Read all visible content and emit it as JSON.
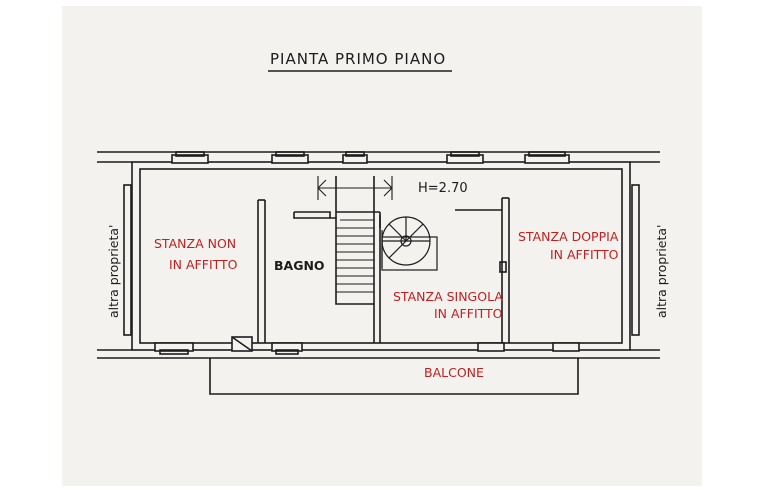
{
  "title": "PIANTA PRIMO PIANO",
  "height_label": "H=2.70",
  "neighbors": {
    "left": "altra proprieta'",
    "right": "altra proprieta'"
  },
  "rooms": {
    "room_1": [
      "STANZA NON",
      "IN AFFITTO"
    ],
    "bathroom": "BAGNO",
    "room_2": [
      "STANZA SINGOLA",
      "IN AFFITTO"
    ],
    "room_3": [
      "STANZA DOPPIA",
      "IN AFFITTO"
    ],
    "balcony": "BALCONE"
  },
  "colors": {
    "paper": "#f3f2ef",
    "ink": "#1c1c1c",
    "label_red": "#c21f1f"
  }
}
